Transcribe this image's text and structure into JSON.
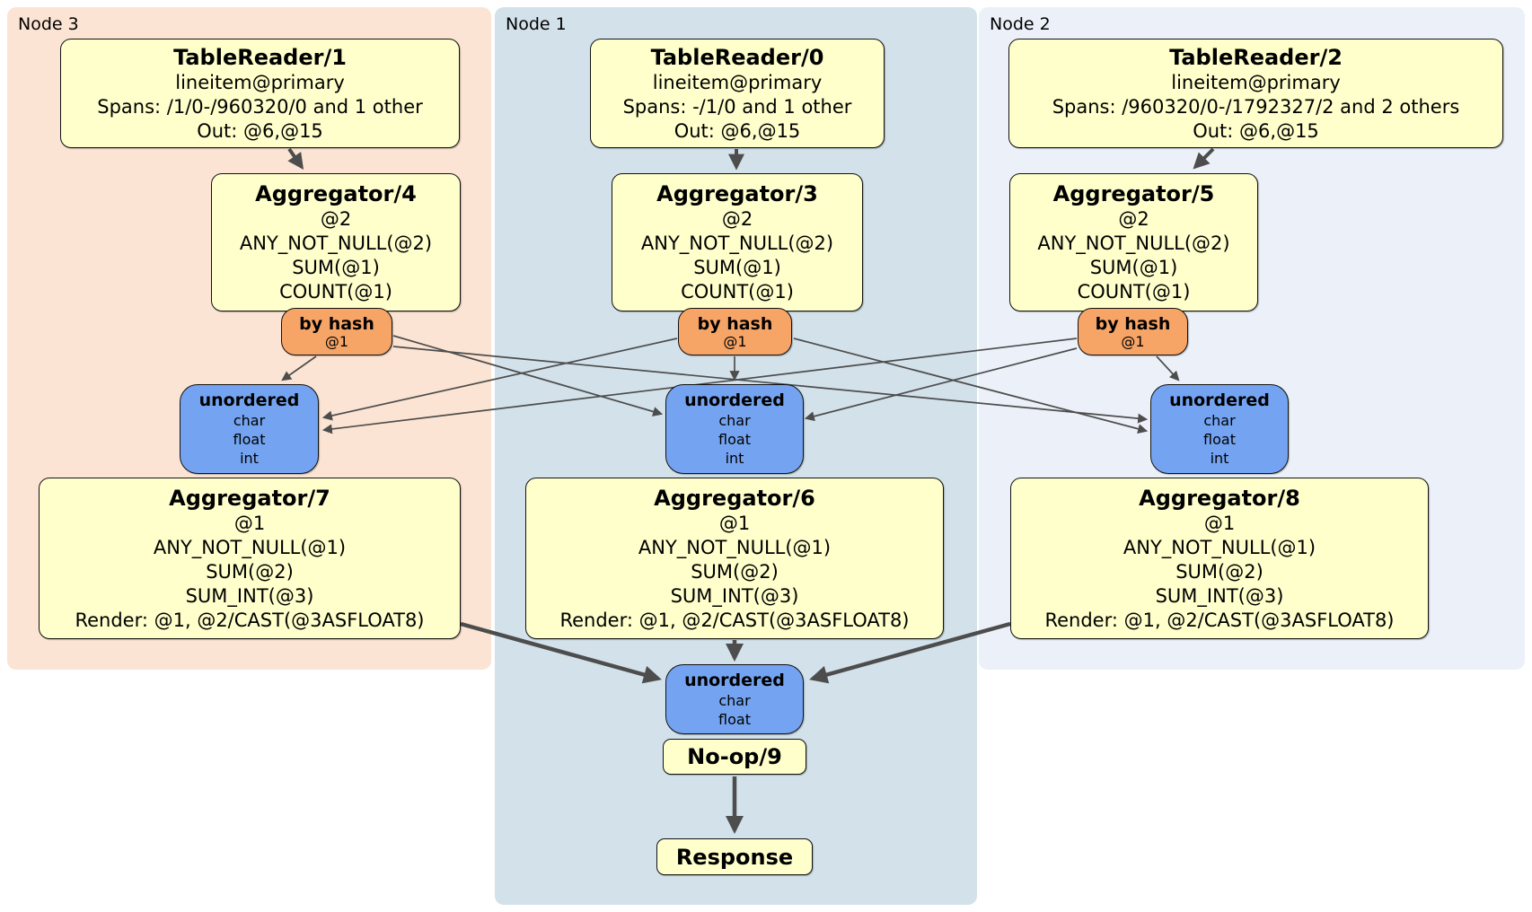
{
  "regions": {
    "node3": {
      "label": "Node 3"
    },
    "node1": {
      "label": "Node 1"
    },
    "node2": {
      "label": "Node 2"
    }
  },
  "boxes": {
    "tr1": {
      "title": "TableReader/1",
      "lines": [
        "lineitem@primary",
        "Spans: /1/0-/960320/0 and 1 other",
        "Out: @6,@15"
      ]
    },
    "tr0": {
      "title": "TableReader/0",
      "lines": [
        "lineitem@primary",
        "Spans: -/1/0 and 1 other",
        "Out: @6,@15"
      ]
    },
    "tr2": {
      "title": "TableReader/2",
      "lines": [
        "lineitem@primary",
        "Spans: /960320/0-/1792327/2 and 2 others",
        "Out: @6,@15"
      ]
    },
    "agg4": {
      "title": "Aggregator/4",
      "lines": [
        "@2",
        "ANY_NOT_NULL(@2)",
        "SUM(@1)",
        "COUNT(@1)"
      ]
    },
    "agg3": {
      "title": "Aggregator/3",
      "lines": [
        "@2",
        "ANY_NOT_NULL(@2)",
        "SUM(@1)",
        "COUNT(@1)"
      ]
    },
    "agg5": {
      "title": "Aggregator/5",
      "lines": [
        "@2",
        "ANY_NOT_NULL(@2)",
        "SUM(@1)",
        "COUNT(@1)"
      ]
    },
    "hash4": {
      "title": "by hash",
      "sub": "@1"
    },
    "hash3": {
      "title": "by hash",
      "sub": "@1"
    },
    "hash5": {
      "title": "by hash",
      "sub": "@1"
    },
    "sync7": {
      "title": "unordered",
      "lines": [
        "char",
        "float",
        "int"
      ]
    },
    "sync6": {
      "title": "unordered",
      "lines": [
        "char",
        "float",
        "int"
      ]
    },
    "sync8": {
      "title": "unordered",
      "lines": [
        "char",
        "float",
        "int"
      ]
    },
    "agg7": {
      "title": "Aggregator/7",
      "lines": [
        "@1",
        "ANY_NOT_NULL(@1)",
        "SUM(@2)",
        "SUM_INT(@3)",
        "Render: @1, @2/CAST(@3ASFLOAT8)"
      ]
    },
    "agg6": {
      "title": "Aggregator/6",
      "lines": [
        "@1",
        "ANY_NOT_NULL(@1)",
        "SUM(@2)",
        "SUM_INT(@3)",
        "Render: @1, @2/CAST(@3ASFLOAT8)"
      ]
    },
    "agg8": {
      "title": "Aggregator/8",
      "lines": [
        "@1",
        "ANY_NOT_NULL(@1)",
        "SUM(@2)",
        "SUM_INT(@3)",
        "Render: @1, @2/CAST(@3ASFLOAT8)"
      ]
    },
    "syncOut": {
      "title": "unordered",
      "lines": [
        "char",
        "float"
      ]
    },
    "noop": {
      "title": "No-op/9"
    },
    "response": {
      "title": "Response"
    }
  },
  "colors": {
    "node3-bg": "#fce4d4",
    "node1-bg": "#d3e1ea",
    "node2-bg": "#ecf1f9",
    "box": "#ffffcc",
    "router": "#f7a567",
    "sync": "#74a4f1",
    "edge": "#4d4d4d"
  }
}
